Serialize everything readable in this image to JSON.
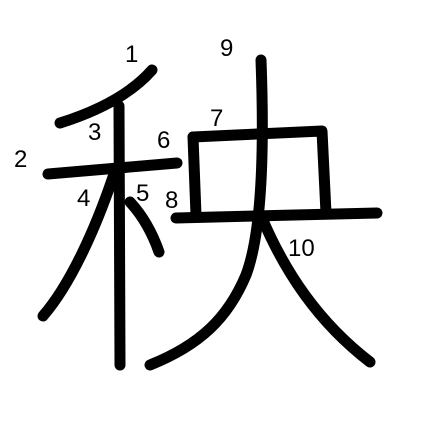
{
  "character": "秧",
  "stroke_color": "#000000",
  "background_color": "#ffffff",
  "stroke_numbers": [
    "1",
    "2",
    "3",
    "4",
    "5",
    "6",
    "7",
    "8",
    "9",
    "10"
  ]
}
